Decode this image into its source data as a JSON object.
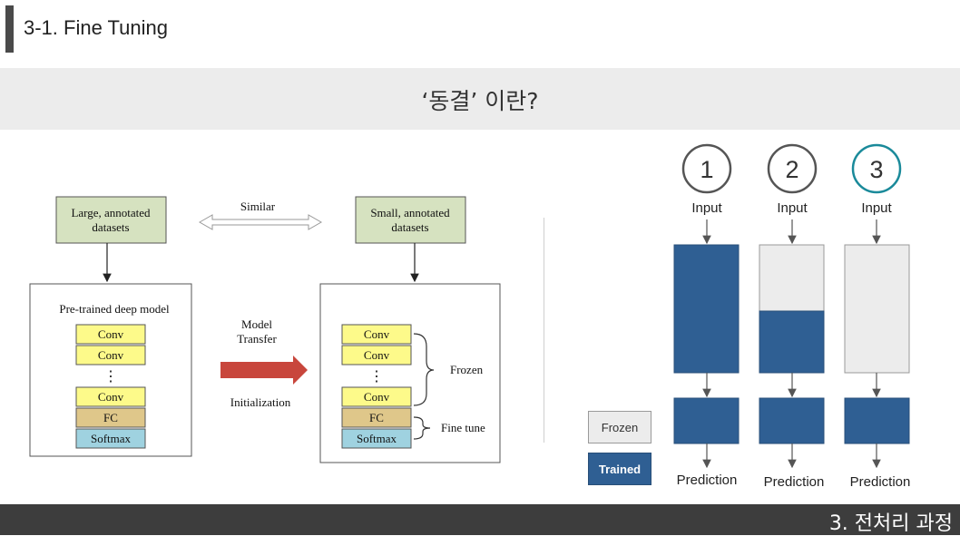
{
  "header": {
    "title": "3-1. Fine Tuning"
  },
  "subtitle": "‘동결’ 이란?",
  "footer": {
    "section": "3. 전처리 과정"
  },
  "diagram": {
    "large_dataset": [
      "Large, annotated",
      "datasets"
    ],
    "small_dataset": [
      "Small, annotated",
      "datasets"
    ],
    "similar_label": "Similar",
    "pretrained_title": "Pre-trained deep model",
    "layers": {
      "conv": "Conv",
      "fc": "FC",
      "softmax": "Softmax",
      "ellipsis": "⋮"
    },
    "transfer_label": [
      "Model",
      "Transfer"
    ],
    "initialization_label": "Initialization",
    "frozen_label": "Frozen",
    "finetune_label": "Fine tune"
  },
  "strategies": [
    {
      "number": "1",
      "input": "Input",
      "output": "Prediction"
    },
    {
      "number": "2",
      "input": "Input",
      "output": "Prediction"
    },
    {
      "number": "3",
      "input": "Input",
      "output": "Prediction"
    }
  ],
  "legend": {
    "frozen": "Frozen",
    "trained": "Trained"
  },
  "colors": {
    "trained": "#2f5f93",
    "frozen": "#ececec",
    "highlight_circle": "#1a8a9a",
    "dataset_box": "#d6e2c0",
    "conv": "#fdfa8a",
    "fc": "#dfc78a",
    "softmax": "#9fd2e0",
    "arrow": "#c8463c"
  }
}
